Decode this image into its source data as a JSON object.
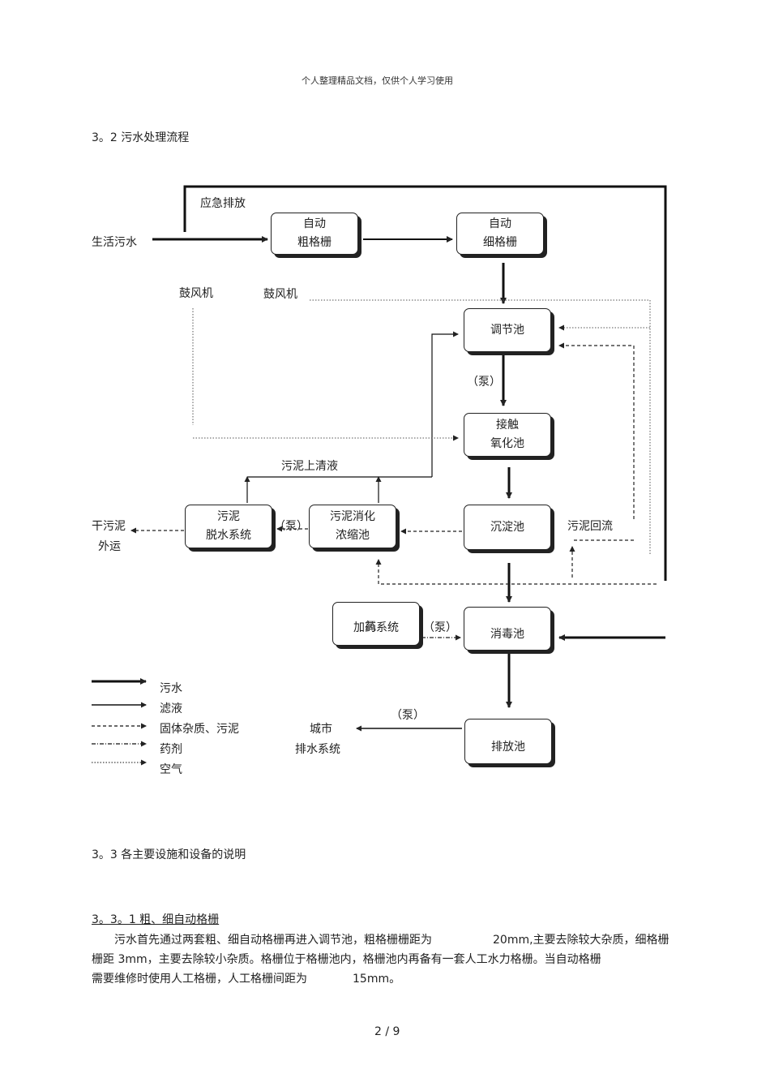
{
  "header": "个人整理精品文档，仅供个人学习使用",
  "section_3_2": "3。2  污水处理流程",
  "diagram": {
    "inputs": {
      "emergency": "应急排放",
      "sewage_in": "生活污水",
      "blower_left": "鼓风机",
      "blower_right": "鼓风机",
      "supernatant": "污泥上清液",
      "dry_sludge_1": "干污泥",
      "dry_sludge_2": "外运",
      "pump_1": "（泵）",
      "pump_2": "（泵）",
      "pump_3": "（泵）",
      "pump_4": "（泵）",
      "sludge_return": "污泥回流",
      "city_1": "城市",
      "city_2": "排水系统"
    },
    "boxes": {
      "coarse_screen": [
        "自动",
        "粗格栅"
      ],
      "fine_screen": [
        "自动",
        "细格栅"
      ],
      "regulation_tank": [
        "调节池"
      ],
      "contact_oxidation": [
        "接触",
        "氧化池"
      ],
      "settling_tank": [
        "沉淀池"
      ],
      "sludge_digest": [
        "污泥消化",
        "浓缩池"
      ],
      "sludge_dewater": [
        "污泥",
        "脱水系统"
      ],
      "chlorine_dosing": [
        "加药系统"
      ],
      "chlorine_overlap": "氯",
      "disinfection_tank": [
        "消毒池"
      ],
      "discharge_tank": [
        "排放池"
      ]
    },
    "legend": [
      "污水",
      "滤液",
      "固体杂质、污泥",
      "药剂",
      "空气"
    ]
  },
  "section_3_3": "3。3  各主要设施和设备的说明",
  "section_3_3_1": "3。3。1  粗、细自动格栅",
  "paragraph": {
    "line1_a": "污水首先通过两套粗、细自动格栅再进入调节池，粗格栅栅距为",
    "line1_b": "20mm,主要去除较大杂质，细格栅",
    "line2": "栅距    3mm，主要去除较小杂质。格栅位于格栅池内，格栅池内再备有一套人工水力格栅。当自动格栅",
    "line3_a": "需要维修时使用人工格栅，人工格栅间距为",
    "line3_b": "15mm。"
  },
  "page_number": "2 / 9"
}
